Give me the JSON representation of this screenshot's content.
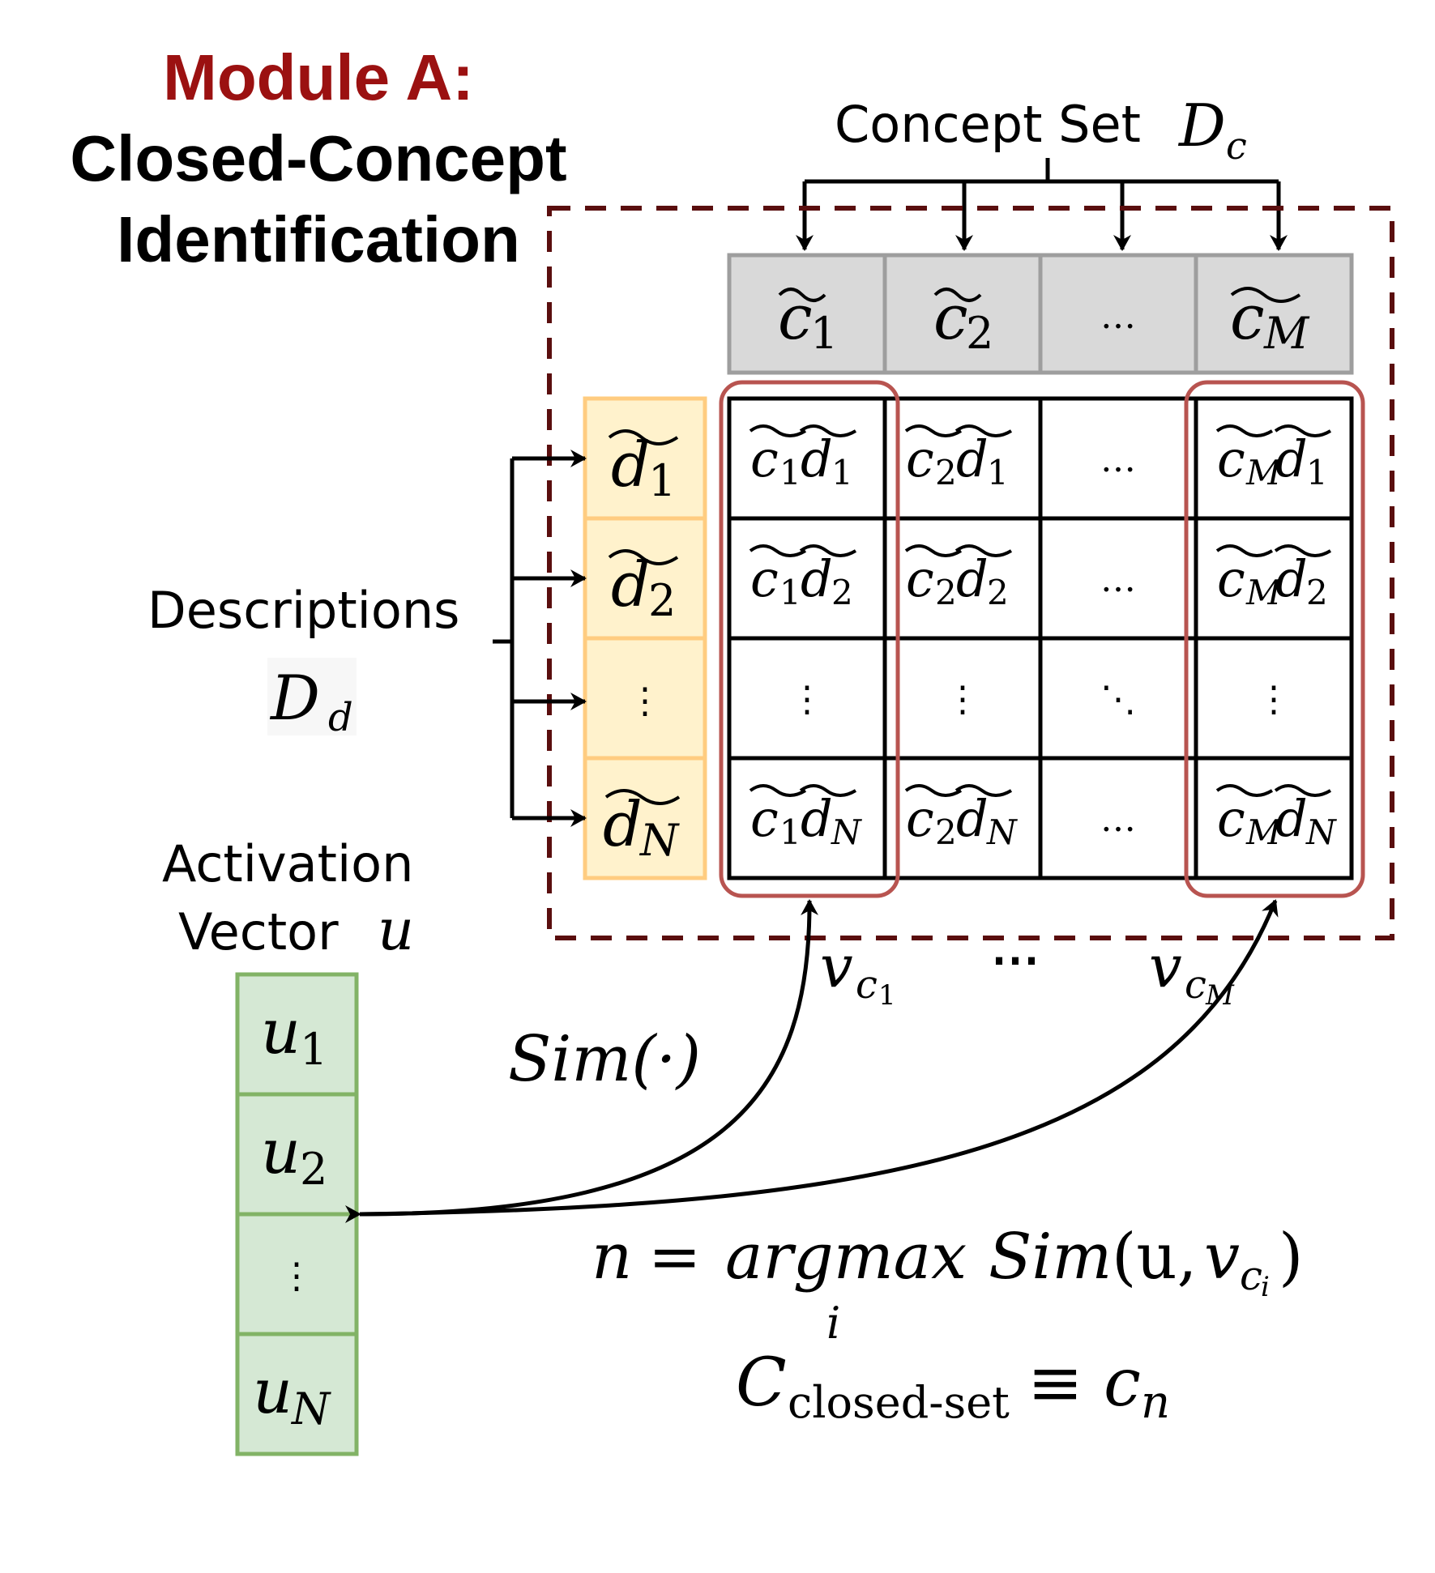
{
  "title": {
    "line1": "Module A:",
    "line2": "Closed-Concept",
    "line3": "Identification"
  },
  "concept_set": {
    "label": "Concept Set",
    "symbol": "D",
    "sub": "c"
  },
  "descriptions": {
    "label": "Descriptions",
    "symbol": "D",
    "sub": "d"
  },
  "activation": {
    "label1": "Activation",
    "label2": "Vector",
    "symbol": "u"
  },
  "concepts": [
    {
      "base": "c",
      "sub": "1"
    },
    {
      "base": "c",
      "sub": "2"
    },
    {
      "base": "…",
      "sub": ""
    },
    {
      "base": "c",
      "sub": "M"
    }
  ],
  "desc_items": [
    {
      "base": "d",
      "sub": "1"
    },
    {
      "base": "d",
      "sub": "2"
    },
    {
      "base": "⋮",
      "sub": ""
    },
    {
      "base": "d",
      "sub": "N"
    }
  ],
  "matrix": [
    [
      {
        "c": "1",
        "d": "1"
      },
      {
        "c": "2",
        "d": "1"
      },
      {
        "dots": "…"
      },
      {
        "c": "M",
        "d": "1"
      }
    ],
    [
      {
        "c": "1",
        "d": "2"
      },
      {
        "c": "2",
        "d": "2"
      },
      {
        "dots": "…"
      },
      {
        "c": "M",
        "d": "2"
      }
    ],
    [
      {
        "dots": "⋮"
      },
      {
        "dots": "⋮"
      },
      {
        "dots": "⋱"
      },
      {
        "dots": "⋮"
      }
    ],
    [
      {
        "c": "1",
        "d": "N"
      },
      {
        "c": "2",
        "d": "N"
      },
      {
        "dots": "…"
      },
      {
        "c": "M",
        "d": "N"
      }
    ]
  ],
  "u_items": [
    {
      "base": "u",
      "sub": "1"
    },
    {
      "base": "u",
      "sub": "2"
    },
    {
      "base": "⋮",
      "sub": ""
    },
    {
      "base": "u",
      "sub": "N"
    }
  ],
  "vector_labels": {
    "left": {
      "base": "v",
      "sub": "c",
      "subsub": "1"
    },
    "middle": "⋯",
    "right": {
      "base": "v",
      "sub": "c",
      "subsub": "M"
    }
  },
  "sim_label": "Sim(·)",
  "formula1": {
    "lhs": "n",
    "eq": "=",
    "op": "argmax",
    "op_sub": "i",
    "fn": "Sim",
    "args_open": "(u,",
    "arg_v": "v",
    "arg_sub": "c",
    "arg_subsub": "i",
    "args_close": ")"
  },
  "formula2": {
    "lhs": "C",
    "lhs_sub": "closed-set",
    "eq": "≡",
    "rhs": "c",
    "rhs_sub": "n"
  },
  "colors": {
    "title_red": "#9b1111",
    "dashed_box": "#5a0e0e",
    "concept_fill": "#d9d9d9",
    "concept_stroke": "#9e9e9e",
    "desc_fill": "#fff2cc",
    "desc_stroke": "#ffcc80",
    "u_fill": "#d5e8d4",
    "u_stroke": "#82b366",
    "highlight": "#b85450"
  }
}
